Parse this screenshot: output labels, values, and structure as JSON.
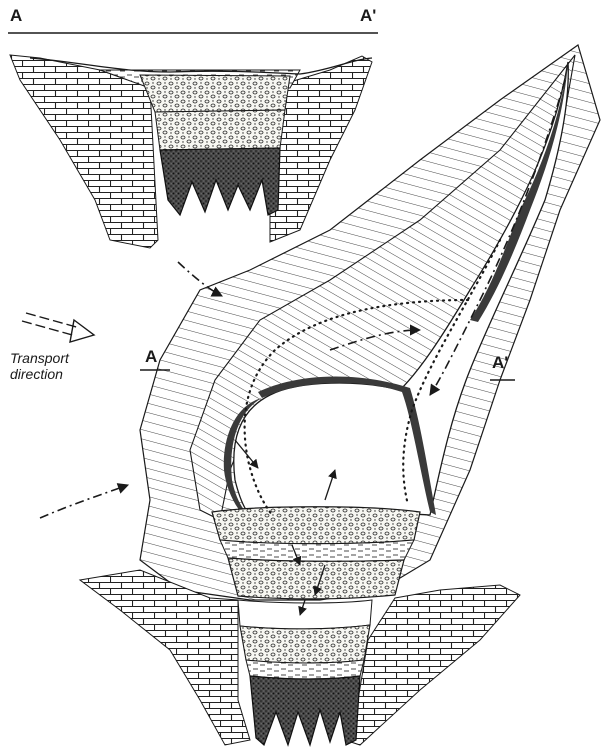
{
  "inset_section": {
    "label_left": "A",
    "label_right": "A'"
  },
  "plan_view": {
    "label_left": "A",
    "label_right": "A'"
  },
  "legend": {
    "line1": "Transport",
    "line2": "direction"
  },
  "colors": {
    "ink": "#1a1a1a",
    "paper": "#ffffff"
  }
}
